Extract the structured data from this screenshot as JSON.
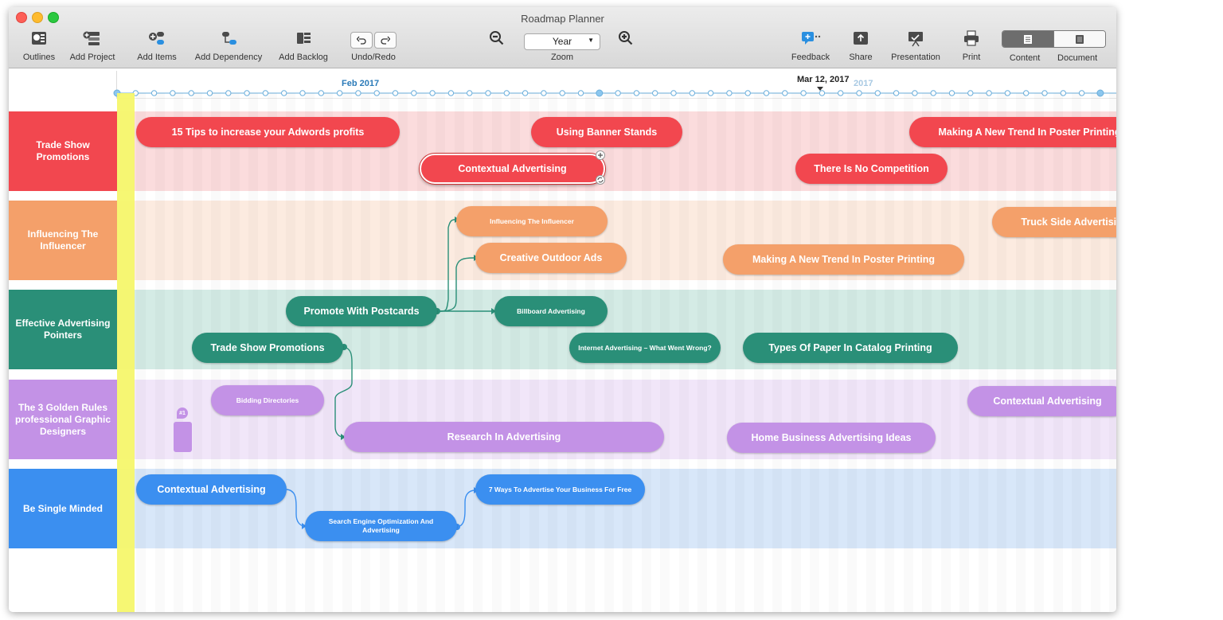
{
  "window": {
    "title": "Roadmap Planner"
  },
  "toolbar": {
    "outlines": "Outlines",
    "add_project": "Add Project",
    "add_items": "Add Items",
    "add_dependency": "Add Dependency",
    "add_backlog": "Add Backlog",
    "undo_redo": "Undo/Redo",
    "zoom_value": "Year",
    "zoom": "Zoom",
    "feedback": "Feedback",
    "share": "Share",
    "presentation": "Presentation",
    "print": "Print",
    "content": "Content",
    "document": "Document"
  },
  "timeline": {
    "month_label": "Feb 2017",
    "current_date": "Mar 12, 2017",
    "faded_year": "2017"
  },
  "lanes": [
    {
      "label": "Trade Show Promotions",
      "color": "#f2474f",
      "bg": "#fbdcdd"
    },
    {
      "label": "Influencing The Influencer",
      "color": "#f4a06a",
      "bg": "#fcebe0"
    },
    {
      "label": "Effective Advertising Pointers",
      "color": "#2a8f78",
      "bg": "#d4ebe5"
    },
    {
      "label": "The 3 Golden Rules professional Graphic Designers",
      "color": "#c392e6",
      "bg": "#f1e6f9"
    },
    {
      "label": "Be Single Minded",
      "color": "#3b8ff0",
      "bg": "#d8e7f9"
    }
  ],
  "items": {
    "i1": "15 Tips to increase your Adwords profits",
    "i2": "Using Banner Stands",
    "i3": "Making A New Trend In Poster Printing",
    "i4": "Contextual Advertising",
    "i5": "There Is No Competition",
    "i6": "Influencing The Influencer",
    "i7": "Truck Side Advertising Isn T It Time",
    "i8": "Creative Outdoor Ads",
    "i9": "Making A New Trend In Poster Printing",
    "i10": "Promote With Postcards",
    "i11": "Billboard Advertising",
    "i12": "Trade Show Promotions",
    "i13": "Internet Advertising – What Went Wrong?",
    "i14": "Types Of Paper In Catalog Printing",
    "i15": "Bidding Directories",
    "i16": "Contextual Advertising",
    "i17": "Research In Advertising",
    "i18": "Home Business Advertising Ideas",
    "i19": "Contextual Advertising",
    "i20": "7 Ways To Advertise Your Business For Free",
    "i21": "Search Engine Optimization And Advertising"
  },
  "backlog_badge": "#1"
}
